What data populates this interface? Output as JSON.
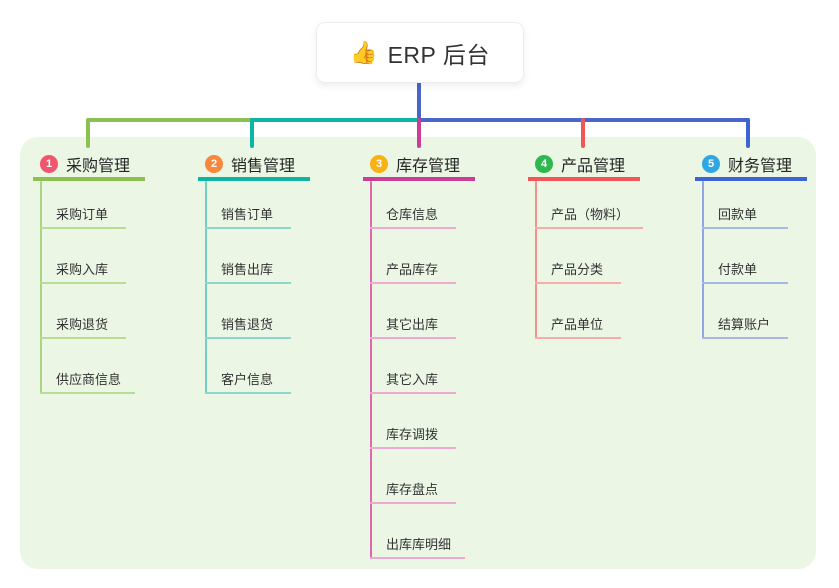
{
  "root": {
    "icon": "👍",
    "title": "ERP 后台"
  },
  "connector": {
    "root_color": "#4a65cb"
  },
  "panel_color": "#ebf6e5",
  "branches": [
    {
      "num": "1",
      "label": "采购管理",
      "badge_color": "#f0566d",
      "color": "#8cc152",
      "light_color": "#b7dd93",
      "vert_color": "#a9d583",
      "items": [
        "采购订单",
        "采购入库",
        "采购退货",
        "供应商信息"
      ]
    },
    {
      "num": "2",
      "label": "销售管理",
      "badge_color": "#f6873c",
      "color": "#0eb5a2",
      "light_color": "#89d8cb",
      "vert_color": "#6fcfc0",
      "items": [
        "销售订单",
        "销售出库",
        "销售退货",
        "客户信息"
      ]
    },
    {
      "num": "3",
      "label": "库存管理",
      "badge_color": "#f9b213",
      "color": "#cb3e96",
      "light_color": "#f0aad1",
      "vert_color": "#dd68ae",
      "items": [
        "仓库信息",
        "产品库存",
        "其它出库",
        "其它入库",
        "库存调拨",
        "库存盘点",
        "出库库明细"
      ]
    },
    {
      "num": "4",
      "label": "产品管理",
      "badge_color": "#2fb750",
      "color": "#f25656",
      "light_color": "#f8aba8",
      "vert_color": "#f5918c",
      "items": [
        "产品（物料）",
        "产品分类",
        "产品单位"
      ]
    },
    {
      "num": "5",
      "label": "财务管理",
      "badge_color": "#2fa7e4",
      "color": "#3e64d2",
      "light_color": "#a8b8e6",
      "vert_color": "#92a5de",
      "items": [
        "回款单",
        "付款单",
        "结算账户"
      ]
    }
  ]
}
